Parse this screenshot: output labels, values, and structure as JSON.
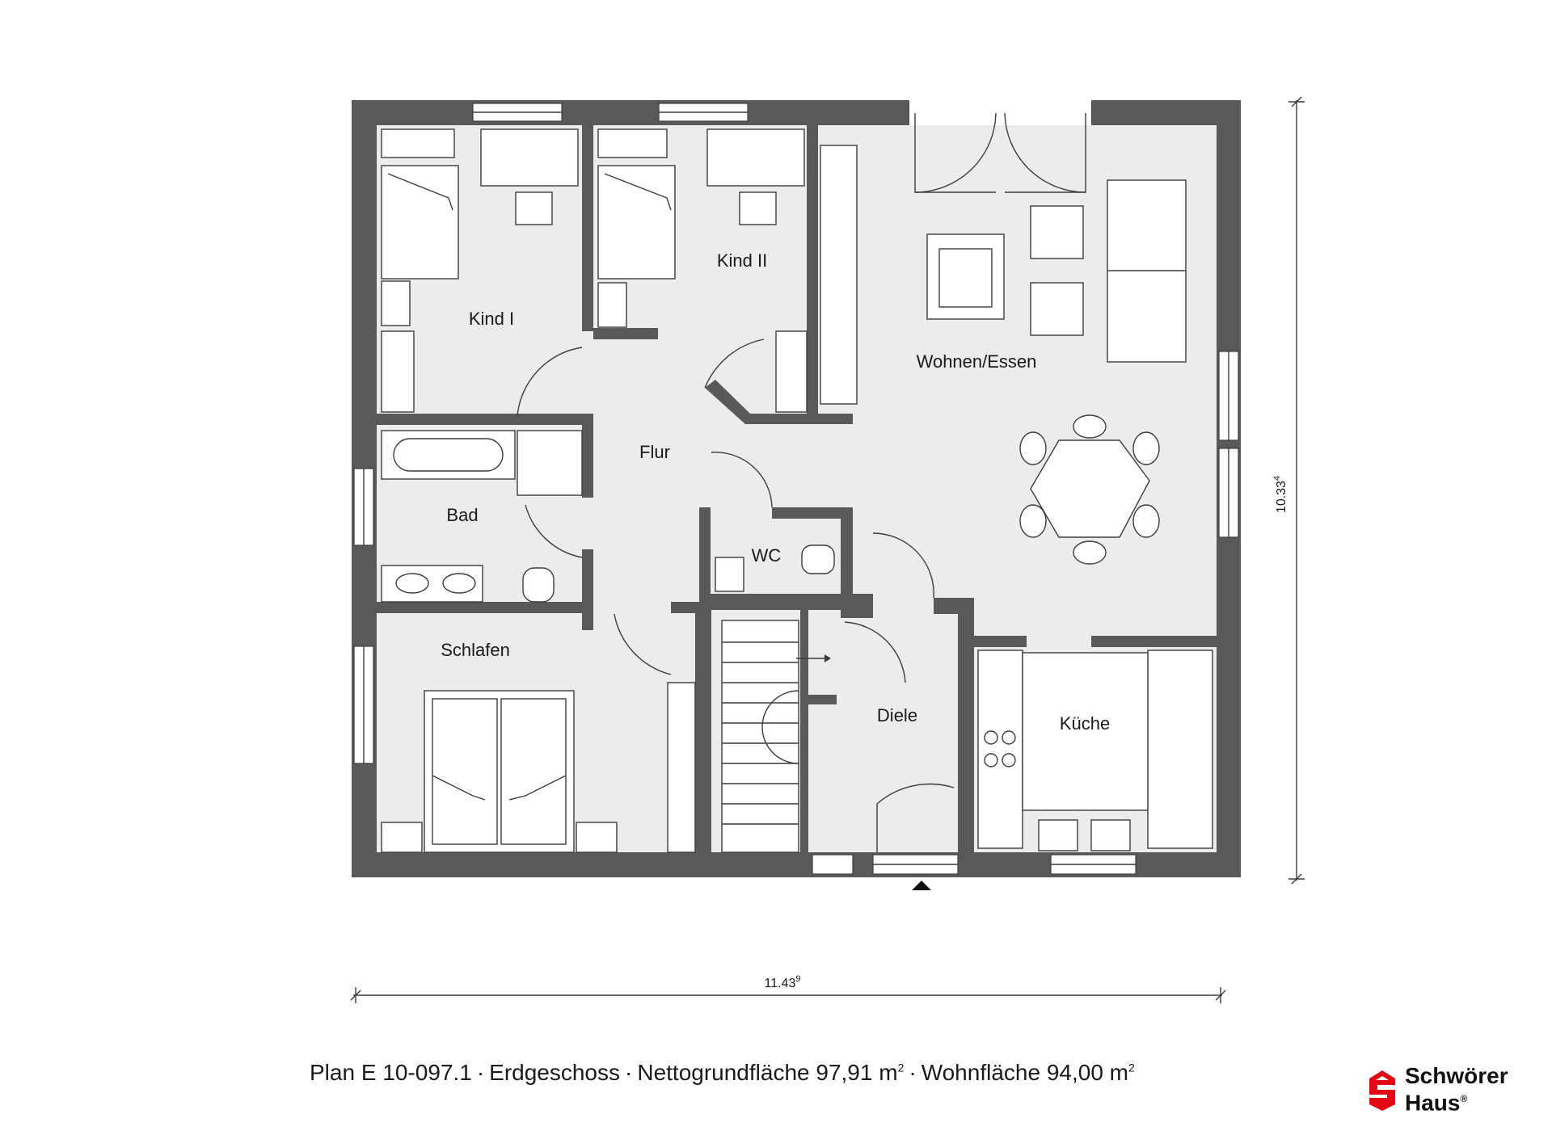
{
  "rooms": {
    "kind1": "Kind I",
    "kind2": "Kind II",
    "wohnen": "Wohnen/Essen",
    "flur": "Flur",
    "bad": "Bad",
    "wc": "WC",
    "schlafen": "Schlafen",
    "diele": "Diele",
    "kueche": "Küche"
  },
  "dimensions": {
    "width_main": "11.43",
    "width_sup": "9",
    "height_main": "10.33",
    "height_sup": "4"
  },
  "caption": {
    "plan": "Plan E 10-097.1",
    "floor": "Erdgeschoss",
    "net_label": "Nettogrundfläche 97,91 m",
    "net_sup": "2",
    "living_label": "Wohnfläche 94,00 m",
    "living_sup": "2",
    "separator": "·"
  },
  "brand": {
    "line1": "Schwörer",
    "line2": "Haus",
    "reg": "®",
    "color": "#e30613"
  }
}
